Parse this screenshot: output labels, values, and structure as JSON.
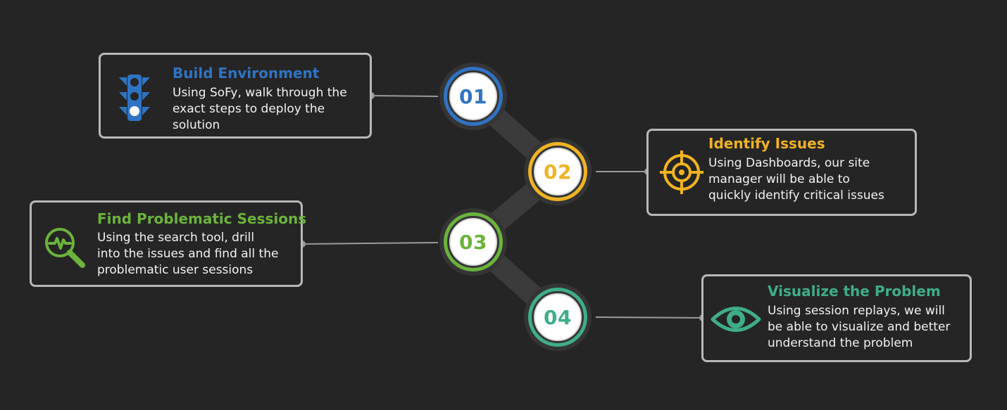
{
  "colors": {
    "step1": "#2f74c4",
    "step2": "#f0b323",
    "step3": "#6bb33c",
    "step4": "#3fae88",
    "connector": "#9a9a9a",
    "spine": "#3b3b3b",
    "card_border": "#b8b8b8"
  },
  "steps": [
    {
      "number": "01",
      "title": "Build Environment",
      "lines": [
        "Using SoFy, walk through the",
        "exact steps to deploy the",
        "solution"
      ],
      "icon": "traffic-light-icon"
    },
    {
      "number": "02",
      "title": "Identify Issues",
      "lines": [
        "Using Dashboards, our site",
        "manager will be able to",
        "quickly identify critical issues"
      ],
      "icon": "target-crosshair-icon"
    },
    {
      "number": "03",
      "title": "Find Problematic Sessions",
      "lines": [
        "Using the search tool, drill",
        "into the issues and find all the",
        "problematic user sessions"
      ],
      "icon": "magnifier-pulse-icon"
    },
    {
      "number": "04",
      "title": "Visualize the Problem",
      "lines": [
        "Using session replays, we will",
        "be able to visualize and better",
        "understand the problem"
      ],
      "icon": "eye-icon"
    }
  ]
}
